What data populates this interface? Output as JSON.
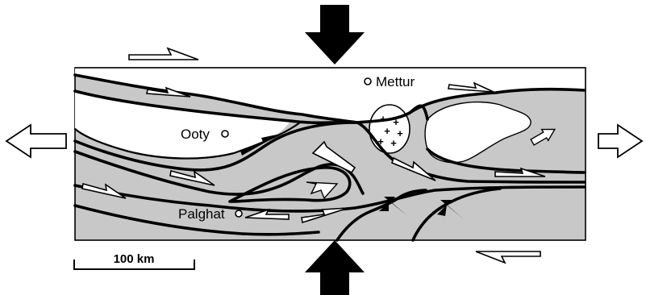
{
  "labels": {
    "ooty": "Ooty",
    "mettur": "Mettur",
    "palghat": "Palghat",
    "scale": "100 km"
  },
  "colors": {
    "shade": "#c8c8c8",
    "line": "#000000",
    "paper": "#ffffff"
  },
  "symbols": {
    "pluton": "+ (granite pluton symbol)"
  }
}
